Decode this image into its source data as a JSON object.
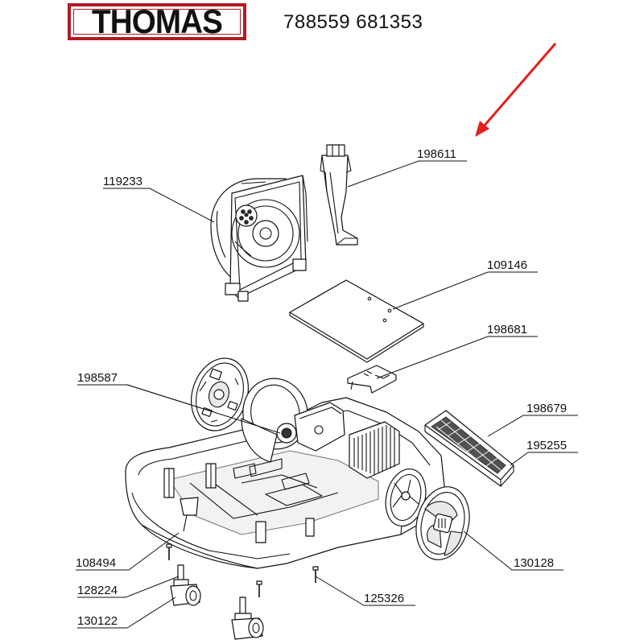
{
  "brand": {
    "logo_text": "THOMAS",
    "logo_color": "#b01b24"
  },
  "header": {
    "codes": "788559 681353"
  },
  "arrow": {
    "color": "#e0201c"
  },
  "parts": [
    {
      "id": "198611"
    },
    {
      "id": "119233"
    },
    {
      "id": "109146"
    },
    {
      "id": "198681"
    },
    {
      "id": "198587"
    },
    {
      "id": "198679"
    },
    {
      "id": "195255"
    },
    {
      "id": "108494"
    },
    {
      "id": "130128"
    },
    {
      "id": "128224"
    },
    {
      "id": "130122"
    },
    {
      "id": "125326"
    }
  ]
}
